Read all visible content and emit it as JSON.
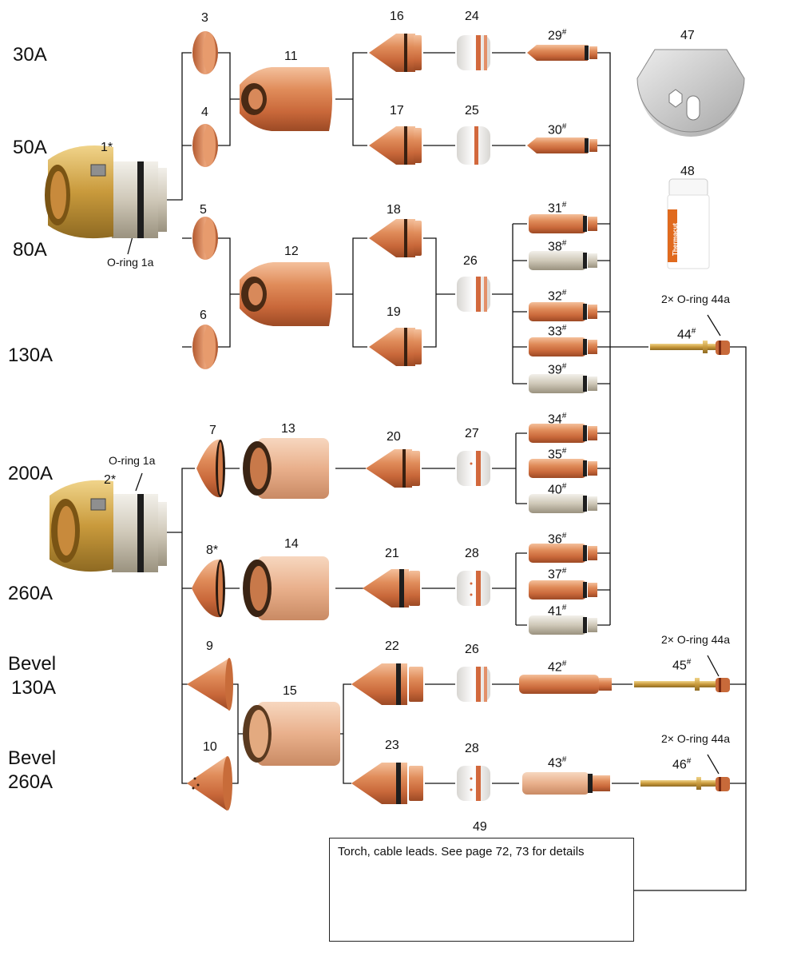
{
  "colors": {
    "copper": "#d87a48",
    "copper_dark": "#a4512a",
    "copper_light": "#f2b48b",
    "brass": "#c9a04a",
    "steel": "#c9c9c9",
    "ceramic": "#f3f1ee",
    "oring": "#222222",
    "line": "#111111"
  },
  "amperage_labels": {
    "a30": "30A",
    "a50": "50A",
    "a80": "80A",
    "a130": "130A",
    "a200": "200A",
    "a260": "260A",
    "bevel130_l1": "Bevel",
    "bevel130_l2": "130A",
    "bevel260_l1": "Bevel",
    "bevel260_l2": "260A"
  },
  "numbers": {
    "n1": "1*",
    "n2": "2*",
    "n3": "3",
    "n4": "4",
    "n5": "5",
    "n6": "6",
    "n7": "7",
    "n8": "8*",
    "n9": "9",
    "n10": "10",
    "n11": "11",
    "n12": "12",
    "n13": "13",
    "n14": "14",
    "n15": "15",
    "n16": "16",
    "n17": "17",
    "n18": "18",
    "n19": "19",
    "n20": "20",
    "n21": "21",
    "n22": "22",
    "n23": "23",
    "n24": "24",
    "n25": "25",
    "n26a": "26",
    "n26b": "26",
    "n27": "27",
    "n28a": "28",
    "n28b": "28",
    "n29": "29",
    "n30": "30",
    "n31": "31",
    "n32": "32",
    "n33": "33",
    "n34": "34",
    "n35": "35",
    "n36": "36",
    "n37": "37",
    "n38": "38",
    "n39": "39",
    "n40": "40",
    "n41": "41",
    "n42": "42",
    "n43": "43",
    "n44": "44",
    "n45": "45",
    "n46": "46",
    "n47": "47",
    "n48": "48",
    "n49": "49",
    "hash": "#"
  },
  "notes": {
    "oring1a_top": "O-ring 1a",
    "oring1a_bottom": "O-ring 1a",
    "oring44a_1": "2× O-ring 44a",
    "oring44a_2": "2× O-ring 44a",
    "oring44a_3": "2× O-ring 44a",
    "torch_caption": "Torch, cable leads. See page 72, 73 for details",
    "tube_label": "Thermacut"
  }
}
